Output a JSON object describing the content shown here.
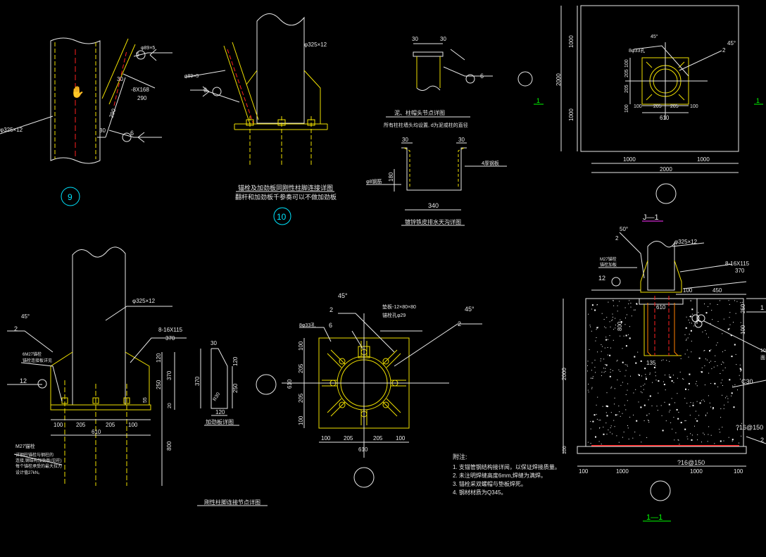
{
  "colors": {
    "background": "#000000",
    "line": "#e8e8e8",
    "steel": "#f0e000",
    "rebar": "#ff2020",
    "bolt_red": "#ff3030",
    "circle_cyan": "#00e5ff",
    "section_green": "#00ff00",
    "section_magenta": "#ff33ff",
    "concrete": "#ffffff"
  },
  "detail9": {
    "pipe_label": "φ325×12",
    "brace_label": "φ89×5",
    "plate_label": "-8X168",
    "dim_290a": "290",
    "dim_290b": "290",
    "weld": "6",
    "dim_30a": "30",
    "dim_30b": "30",
    "number": "9"
  },
  "detail10": {
    "pipe_label": "φ325×12",
    "brace_label": "φ89×5",
    "weld": "6",
    "title": "锚栓及加劲板同刚性柱脚连接详图",
    "subtitle": "翻杆和加劲板千参奏可以不做加劲板",
    "number": "10"
  },
  "cap": {
    "dim_30a": "30",
    "dim_30b": "30",
    "weld": "6",
    "title": "泥、柱帽头节点详图",
    "note": "所有柱柱墙头均设置, d为泥或柱的直径"
  },
  "gutter": {
    "dim_30a": "30",
    "dim_30b": "30",
    "dim_180": "180",
    "dim_340": "340",
    "label_left": "φ8钢筋",
    "label_right": "4厚钢板",
    "title": "镀锌铁皮排水天沟详图"
  },
  "plan_top": {
    "dim_1000a": "1000",
    "dim_2000": "2000",
    "dim_1000b": "1000",
    "dim_610": "610",
    "d100a": "100",
    "d205a": "205",
    "d205b": "205",
    "d100b": "100",
    "v100a": "100",
    "v205a": "205",
    "v205b": "205",
    "v100b": "100",
    "bolt_label": "8φ33孔",
    "angle": "45°",
    "weld2": "2",
    "bot_1000a": "1000",
    "bot_1000b": "1000",
    "bot_2000": "2000",
    "section_left": "1",
    "section_right": "1",
    "plan_label": "J—1"
  },
  "elev_left": {
    "pipe_label": "φ325×12",
    "rib_label": "8-16X115",
    "rib_dim": "370",
    "angle": "45°",
    "weld": "2",
    "bolt_label": "6M27锚栓",
    "bolt_sub": "锚栓连接板详见",
    "weld12": "12",
    "d100a": "100",
    "d205a": "205",
    "d205b": "205",
    "d100b": "100",
    "d610": "610",
    "v120": "120",
    "v370": "370",
    "v250": "250",
    "v55": "55",
    "v20": "20",
    "v800": "800",
    "m27_label": "M27锚栓",
    "m27_note1": "详钢柱锚栓与钢柱的",
    "m27_note2": "连接,钢结构加劲板(见柱)",
    "m27_note3": "每个锚栓承受的最大拉力",
    "m27_note4": "设计值27kN。",
    "title": "刚性柱脚连接节点详图"
  },
  "rib_detail": {
    "d30": "30",
    "d120a": "120",
    "d370": "370",
    "d250": "250",
    "d120b": "120",
    "r30": "R30",
    "title": "加劲板详图"
  },
  "plate_plan": {
    "angle_a": "45°",
    "weld_a": "2",
    "plate_label": "垫板-12×80×80",
    "plate_sub": "锚栓孔φ29",
    "weld6": "6",
    "bolt_label": "8φ33孔",
    "angle_b": "45°",
    "weld_b": "2",
    "v100a": "100",
    "v205a": "205",
    "v610": "610",
    "v205b": "205",
    "v100b": "100",
    "d100a": "100",
    "d205a": "205",
    "d205b": "205",
    "d100b": "100",
    "d610": "610"
  },
  "notes": {
    "title": "附注:",
    "n1": "1. 支锚管钢结构接详阅，以保证焊接质量。",
    "n2": "2. 未注明焊缝高度6mm,焊缝为满焊。",
    "n3": "3. 锚栓采双螺帽与垫板焊死。",
    "n4": "4. 钢材材质为Q345。"
  },
  "section": {
    "angle": "50°",
    "weld2": "2",
    "pipe_label": "φ325×12",
    "rib_label": "8-16X115",
    "rib_dim": "370",
    "bolt_label": "M27锚栓",
    "bolt_sub": "锚栓加板",
    "weld12": "12",
    "d100": "100",
    "d450": "450",
    "d610": "610",
    "d800": "800",
    "v250": "250",
    "v100": "100",
    "d135": "135",
    "d2000": "2000",
    "c30": "C30",
    "rebar1": "?16@150",
    "rebar2": "?16@150",
    "side_1": "1",
    "side_2": "2",
    "b100a": "100",
    "b1000a": "1000",
    "b1000b": "1000",
    "b100b": "100",
    "v100bot": "100",
    "title": "1—1",
    "weld_note": "10",
    "weld_note2": "面"
  }
}
